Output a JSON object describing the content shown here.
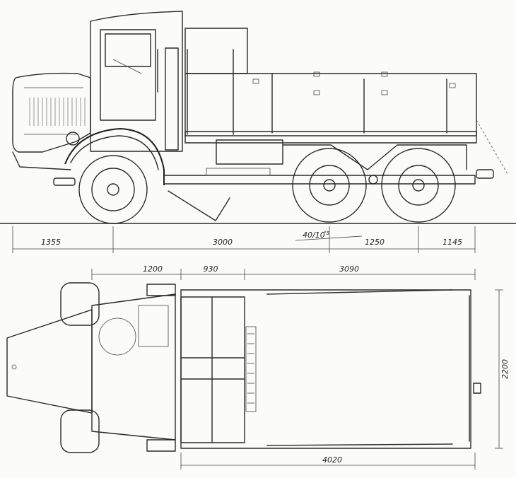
{
  "dimensions": {
    "front_overhang": "1355",
    "wheelbase_front": "3000",
    "bogie_spacing": "1250",
    "rear_overhang": "1145",
    "slope": "40/10",
    "slope_sup": "°5",
    "cab_length": "1200",
    "gap_length": "930",
    "bed_length": "3090",
    "total_bed_length": "4020",
    "width": "2200"
  }
}
